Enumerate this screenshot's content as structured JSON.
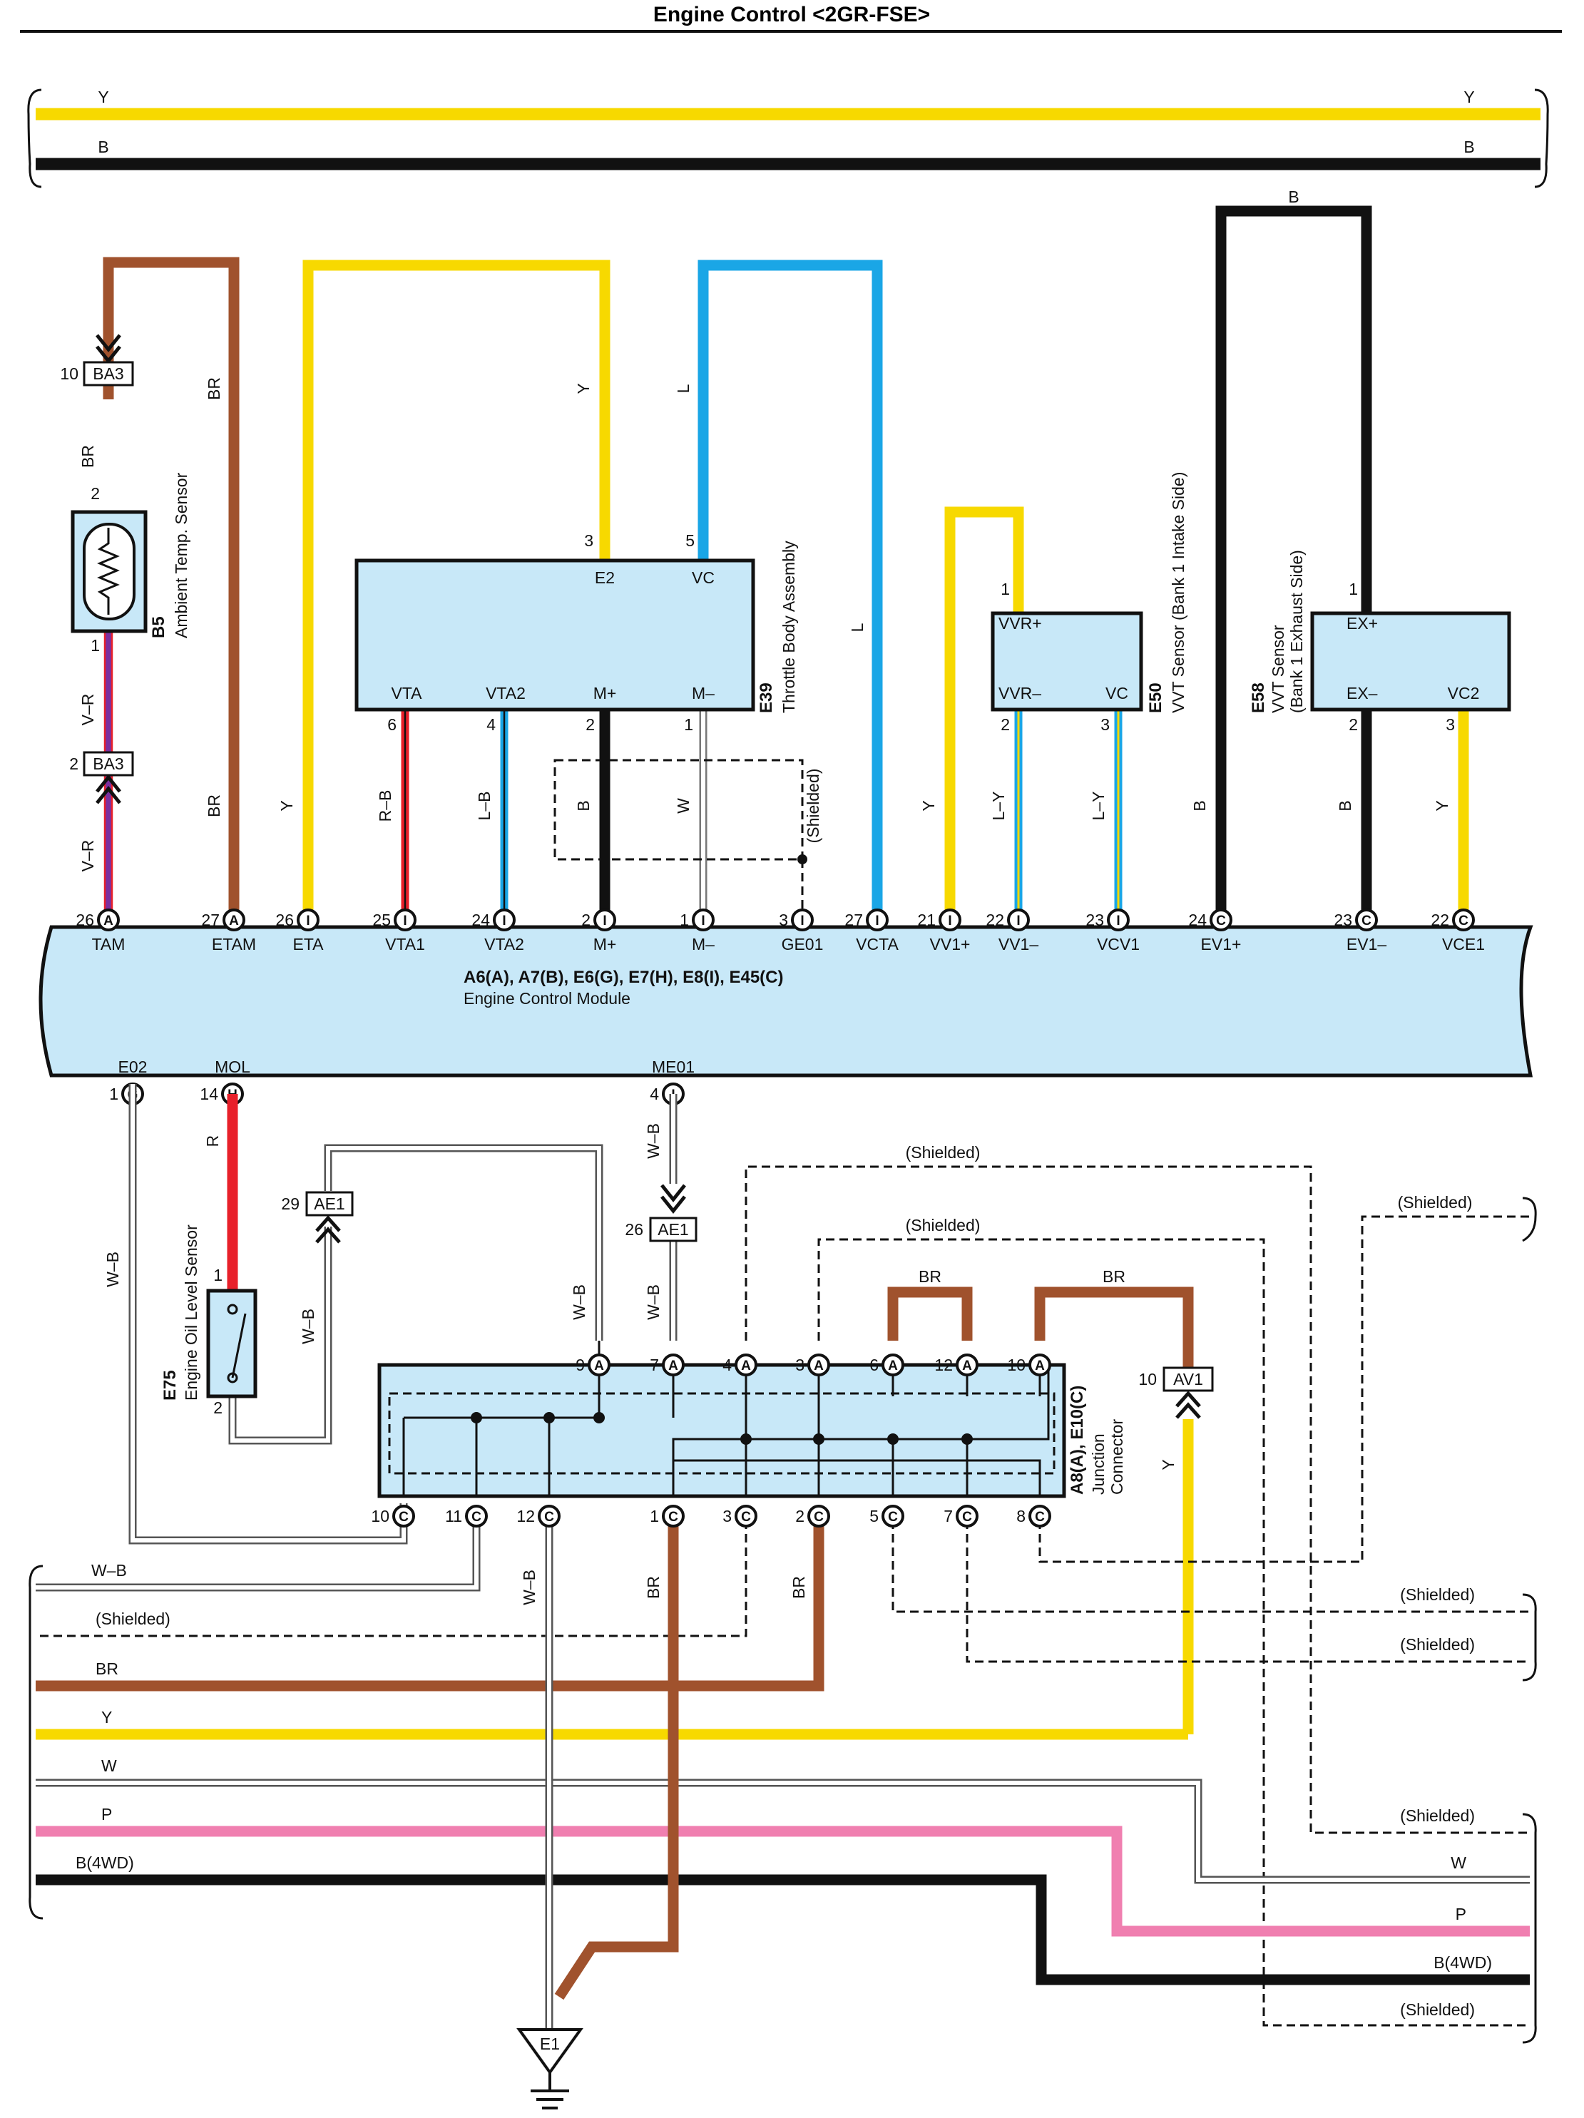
{
  "title": "Engine Control <2GR-FSE>",
  "colors": {
    "Y": "#f7d900",
    "B": "#111111",
    "BR": "#a0522d",
    "L": "#1aa6e6",
    "R": "#e8202a",
    "P": "#f07fb0",
    "W": "#ffffff",
    "VR_violet": "#7b2fa0",
    "module_fill": "#c8e8f8"
  },
  "top_wires": [
    {
      "code": "Y",
      "left_label": "Y",
      "right_label": "Y"
    },
    {
      "code": "B",
      "left_label": "B",
      "right_label": "B"
    }
  ],
  "components": {
    "b5": {
      "code": "B5",
      "name": "Ambient Temp.  Sensor",
      "pins": [
        "2",
        "1"
      ]
    },
    "e39": {
      "code": "E39",
      "name": "Throttle Body Assembly",
      "top_terms": [
        {
          "num": "3",
          "name": "E2"
        },
        {
          "num": "5",
          "name": "VC"
        }
      ],
      "bottom_terms": [
        {
          "num": "6",
          "name": "VTA"
        },
        {
          "num": "4",
          "name": "VTA2"
        },
        {
          "num": "2",
          "name": "M+"
        },
        {
          "num": "1",
          "name": "M–"
        }
      ]
    },
    "e50": {
      "code": "E50",
      "name": "VVT Sensor (Bank 1 Intake Side)",
      "terms": [
        {
          "num": "1",
          "name": "VVR+"
        },
        {
          "num": "2",
          "name": "VVR–"
        },
        {
          "num": "3",
          "name": "VC"
        }
      ]
    },
    "e58": {
      "code": "E58",
      "name_1": "VVT Sensor",
      "name_2": "(Bank 1 Exhaust Side)",
      "terms": [
        {
          "num": "1",
          "name": "EX+"
        },
        {
          "num": "2",
          "name": "EX–"
        },
        {
          "num": "3",
          "name": "VC2"
        }
      ]
    },
    "e75": {
      "code": "E75",
      "name": "Engine Oil Level Sensor",
      "pins": [
        "1",
        "2"
      ]
    },
    "ecm": {
      "codes": "A6(A), A7(B), E6(G), E7(H), E8(I), E45(C)",
      "name": "Engine Control Module",
      "top_pins": [
        {
          "num": "26",
          "letter": "A",
          "name": "TAM"
        },
        {
          "num": "27",
          "letter": "A",
          "name": "ETAM"
        },
        {
          "num": "26",
          "letter": "I",
          "name": "ETA"
        },
        {
          "num": "25",
          "letter": "I",
          "name": "VTA1"
        },
        {
          "num": "24",
          "letter": "I",
          "name": "VTA2"
        },
        {
          "num": "2",
          "letter": "I",
          "name": "M+"
        },
        {
          "num": "1",
          "letter": "I",
          "name": "M–"
        },
        {
          "num": "3",
          "letter": "I",
          "name": "GE01"
        },
        {
          "num": "27",
          "letter": "I",
          "name": "VCTA"
        },
        {
          "num": "21",
          "letter": "I",
          "name": "VV1+"
        },
        {
          "num": "22",
          "letter": "I",
          "name": "VV1–"
        },
        {
          "num": "23",
          "letter": "I",
          "name": "VCV1"
        },
        {
          "num": "24",
          "letter": "C",
          "name": "EV1+"
        },
        {
          "num": "23",
          "letter": "C",
          "name": "EV1–"
        },
        {
          "num": "22",
          "letter": "C",
          "name": "VCE1"
        }
      ],
      "bottom_pins": [
        {
          "num": "1",
          "letter": "G",
          "name": "E02"
        },
        {
          "num": "14",
          "letter": "H",
          "name": "MOL"
        },
        {
          "num": "4",
          "letter": "I",
          "name": "ME01"
        }
      ]
    },
    "jc": {
      "code": "A8(A), E10(C)",
      "name_1": "Junction",
      "name_2": "Connector",
      "top_pins": [
        {
          "num": "9",
          "letter": "A"
        },
        {
          "num": "7",
          "letter": "A"
        },
        {
          "num": "4",
          "letter": "A"
        },
        {
          "num": "3",
          "letter": "A"
        },
        {
          "num": "6",
          "letter": "A"
        },
        {
          "num": "12",
          "letter": "A"
        },
        {
          "num": "10",
          "letter": "A"
        }
      ],
      "bottom_pins": [
        {
          "num": "10",
          "letter": "C"
        },
        {
          "num": "11",
          "letter": "C"
        },
        {
          "num": "12",
          "letter": "C"
        },
        {
          "num": "1",
          "letter": "C"
        },
        {
          "num": "3",
          "letter": "C"
        },
        {
          "num": "2",
          "letter": "C"
        },
        {
          "num": "5",
          "letter": "C"
        },
        {
          "num": "7",
          "letter": "C"
        },
        {
          "num": "8",
          "letter": "C"
        }
      ]
    },
    "ground": {
      "code": "E1"
    }
  },
  "connectors": {
    "ba3_top": {
      "num": "10",
      "code": "BA3"
    },
    "ba3_bottom": {
      "num": "2",
      "code": "BA3"
    },
    "ae1_left": {
      "num": "29",
      "code": "AE1"
    },
    "ae1_mid": {
      "num": "26",
      "code": "AE1"
    },
    "av1": {
      "num": "10",
      "code": "AV1"
    }
  },
  "wire_labels": {
    "br_ba3": "BR",
    "br_etam": "BR",
    "vr_1": "V–R",
    "vr_2": "V–R",
    "br_etam_low": "BR",
    "y_e2": "Y",
    "l_vc": "L",
    "y_eta": "Y",
    "rb": "R–B",
    "lb": "L–B",
    "b_m": "B",
    "w_m": "W",
    "shielded_e39": "(Shielded)",
    "l_vcta": "L",
    "y_vv": "Y",
    "ly_1": "L–Y",
    "ly_2": "L–Y",
    "b_e58_top": "B",
    "b_ev1": "B",
    "b_ev1m": "B",
    "y_vce1": "Y",
    "r_mol": "R",
    "wb_e02": "W–B",
    "wb_ae1": "W–B",
    "wb_me01": "W–B",
    "wb_ae1_low": "W–B",
    "wb_j9": "W–B",
    "shielded_j4": "(Shielded)",
    "shielded_j3": "(Shielded)",
    "shielded_right_top": "(Shielded)",
    "br_loop_1": "BR",
    "br_loop_2": "BR",
    "y_av1": "Y",
    "wb_j12": "W–B",
    "br_j1": "BR",
    "br_j2": "BR"
  },
  "bottom_bus": [
    {
      "label": "W–B"
    },
    {
      "label": "(Shielded)"
    },
    {
      "label": "BR"
    },
    {
      "label": "Y"
    },
    {
      "label": "W"
    },
    {
      "label": "P"
    },
    {
      "label": "B(4WD)"
    }
  ],
  "right_bus": [
    {
      "label": "(Shielded)"
    },
    {
      "label": "(Shielded)"
    },
    {
      "label": "(Shielded)"
    },
    {
      "label": "W"
    },
    {
      "label": "P"
    },
    {
      "label": "B(4WD)"
    },
    {
      "label": "(Shielded)"
    }
  ]
}
